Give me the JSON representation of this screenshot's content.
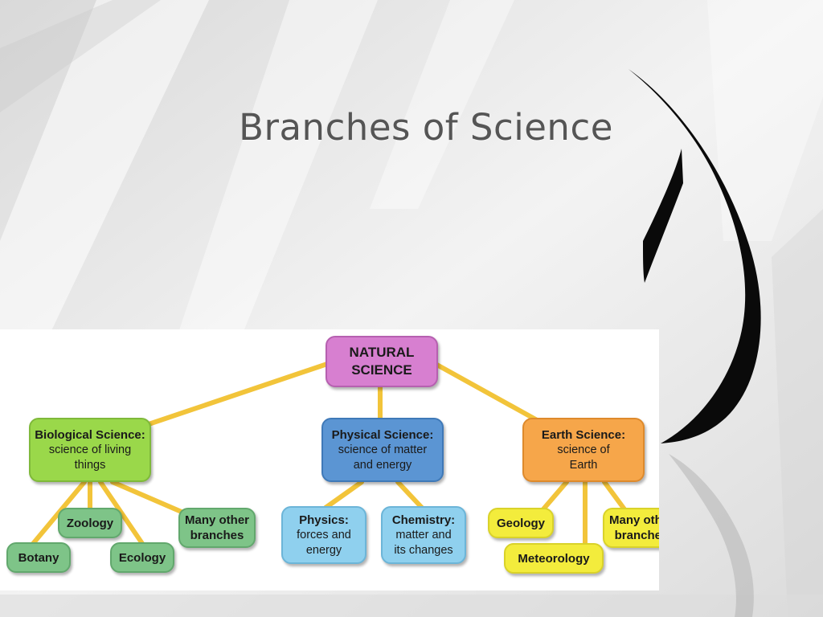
{
  "slide": {
    "title": "Branches of Science"
  },
  "diagram": {
    "nodes": {
      "natural_science": {
        "title": "NATURAL SCIENCE"
      },
      "biological": {
        "title": "Biological Science:",
        "subtitle": "science of living things"
      },
      "physical": {
        "title": "Physical Science:",
        "subtitle": "science of matter and energy"
      },
      "earth": {
        "title": "Earth Science:",
        "subtitle": "science of Earth"
      },
      "zoology": {
        "title": "Zoology"
      },
      "botany": {
        "title": "Botany"
      },
      "ecology": {
        "title": "Ecology"
      },
      "bio_other": {
        "title": "Many other branches"
      },
      "physics": {
        "title": "Physics:",
        "subtitle": "forces and energy"
      },
      "chemistry": {
        "title": "Chemistry:",
        "subtitle": "matter and its changes"
      },
      "geology": {
        "title": "Geology"
      },
      "meteorology": {
        "title": "Meteorology"
      },
      "earth_other": {
        "title": "Many other branches"
      }
    },
    "colors": {
      "root": "#d77fd0",
      "biological": "#9ad84a",
      "biological_branches": "#7ec488",
      "physical": "#5b95d3",
      "physical_branches": "#8fd0ee",
      "earth": "#f6a64a",
      "earth_branches": "#f3ec3c",
      "connector": "#f2c43a"
    }
  }
}
